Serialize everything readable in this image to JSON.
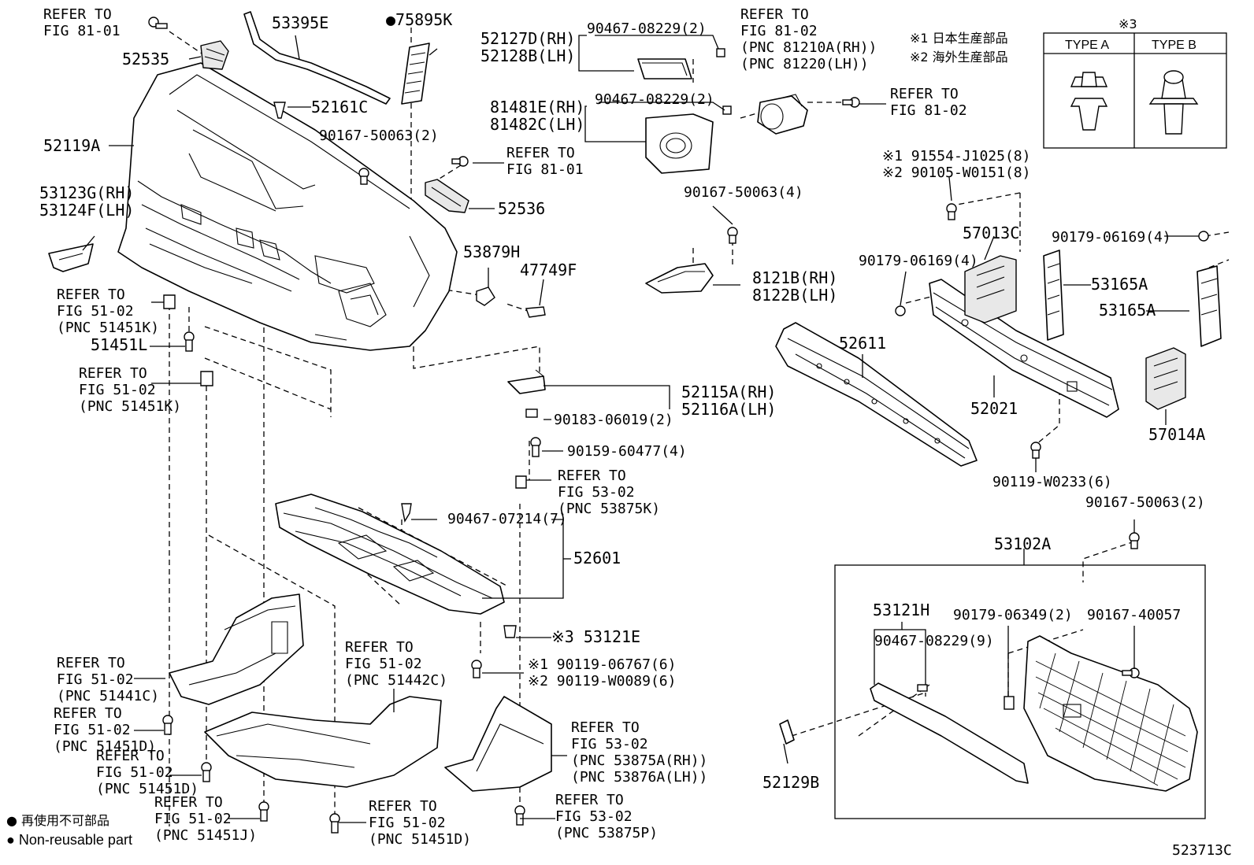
{
  "labels": {
    "refer_fig8101_top": "REFER TO\nFIG 81-01",
    "p52535": "52535",
    "p53395E": "53395E",
    "p75895K": "●75895K",
    "p52127D": "52127D(RH)\n52128B(LH)",
    "p9046708229a": "90467-08229(2)",
    "refer_fig8102_top": "REFER TO\nFIG 81-02\n(PNC 81210A(RH))\n(PNC 81220(LH))",
    "note1": "※1 日本生産部品",
    "note2": "※2 海外生産部品",
    "p52161C": "52161C",
    "p52119A": "52119A",
    "p9016750063a": "90167-50063(2)",
    "refer_fig8101_mid": "REFER TO\nFIG 81-01",
    "p81481E": "81481E(RH)\n81482C(LH)",
    "p9046708229b": "90467-08229(2)",
    "refer_fig8102_right": "REFER TO\nFIG 81-02",
    "p53123G": "53123G(RH)\n53124F(LH)",
    "p52536": "52536",
    "p9016750063b": "90167-50063(4)",
    "p91554": "※1 91554-J1025(8)\n※2 90105-W0151(8)",
    "p53879H": "53879H",
    "p47749F": "47749F",
    "p57013C": "57013C",
    "p9017906169a": "90179-06169(4)",
    "p9017906169b": "90179-06169(4)",
    "p8121B": "8121B(RH)\n8122B(LH)",
    "p53165A_a": "53165A",
    "p53165A_b": "53165A",
    "refer_fig5102_a": "REFER TO\nFIG 51-02\n(PNC 51451K)",
    "p51451L": "51451L",
    "p52611": "52611",
    "refer_fig5102_b": "REFER TO\nFIG 51-02\n(PNC 51451K)",
    "p52115A": "52115A(RH)\n52116A(LH)",
    "p9018306019": "90183-06019(2)",
    "p52021": "52021",
    "p57014A": "57014A",
    "p9015960477": "90159-60477(4)",
    "p90119W0233": "90119-W0233(6)",
    "refer_fig5302_a": "REFER TO\nFIG 53-02\n(PNC 53875K)",
    "p9016750063c": "90167-50063(2)",
    "p9046707214": "90467-07214(7)",
    "p52601": "52601",
    "p53102A": "53102A",
    "p53121H": "53121H",
    "p9017906349": "90179-06349(2)",
    "p9016740057": "90167-40057",
    "p9046708229c": "90467-08229(9)",
    "p53121E": "※3 53121E",
    "refer_fig5102_c": "REFER TO\nFIG 51-02\n(PNC 51441C)",
    "refer_fig5102_d": "REFER TO\nFIG 51-02\n(PNC 51442C)",
    "p9011906767": "※1 90119-06767(6)\n※2 90119-W0089(6)",
    "refer_fig5102_e": "REFER TO\nFIG 51-02\n(PNC 51451D)",
    "refer_fig5302_b": "REFER TO\nFIG 53-02\n(PNC 53875A(RH))\n(PNC 53876A(LH))",
    "refer_fig5102_f": "REFER TO\nFIG 51-02\n(PNC 51451D)",
    "p52129B": "52129B",
    "refer_fig5102_g": "REFER TO\nFIG 51-02\n(PNC 51451J)",
    "refer_fig5102_h": "REFER TO\nFIG 51-02\n(PNC 51451D)",
    "refer_fig5302_c": "REFER TO\nFIG 53-02\n(PNC 53875P)"
  },
  "type_box": {
    "header": "※3",
    "type_a": "TYPE A",
    "type_b": "TYPE B"
  },
  "legend": {
    "line1": "● 再使用不可部品",
    "line2": "● Non-reusable part"
  },
  "figure_code": "523713C"
}
